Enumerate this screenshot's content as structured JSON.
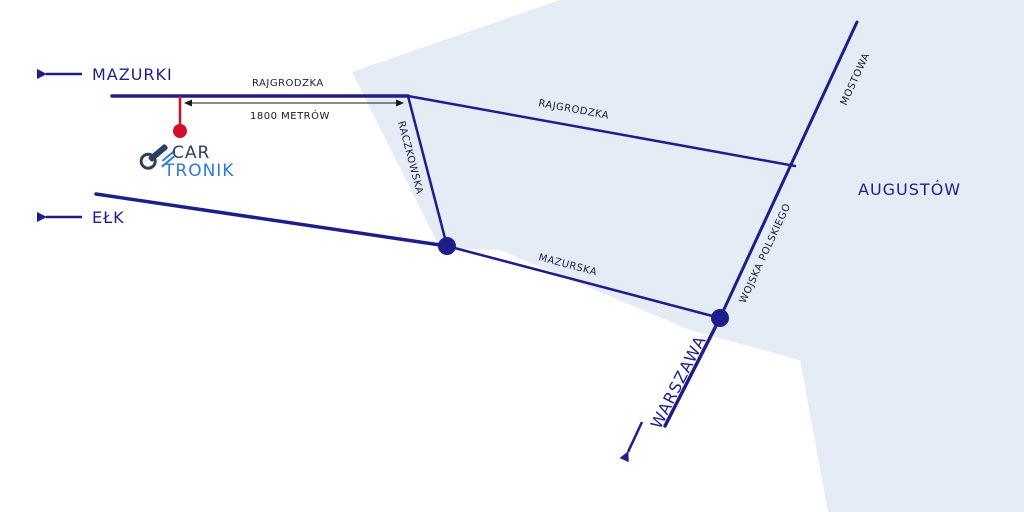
{
  "colors": {
    "road": "#1e1e8a",
    "city_area": "#e6ecf6",
    "marker": "#d0102a",
    "logo_dark": "#2b3f63",
    "logo_blue": "#2d7bd6",
    "text": "#1a1a3a"
  },
  "directions": {
    "mazurki": "MAZURKI",
    "elk": "EŁK",
    "warszawa": "WARSZAWA"
  },
  "city": "AUGUSTÓW",
  "streets": {
    "rajgrodzka_west": "RAJGRODZKA",
    "rajgrodzka_east": "RAJGRODZKA",
    "raczkowska": "RACZKOWSKA",
    "mazurska": "MAZURSKA",
    "wojska_polskiego": "WOJSKA POLSKIEGO",
    "mostowa": "MOSTOWA"
  },
  "distance_label": "1800 METRÓW",
  "logo": {
    "line1": "CAR",
    "line2": "TRONIK",
    "icon": "wrench-icon"
  },
  "icons": {
    "location_marker": "location-pin-icon",
    "junction": "junction-dot-icon",
    "arrow": "arrow-icon"
  }
}
